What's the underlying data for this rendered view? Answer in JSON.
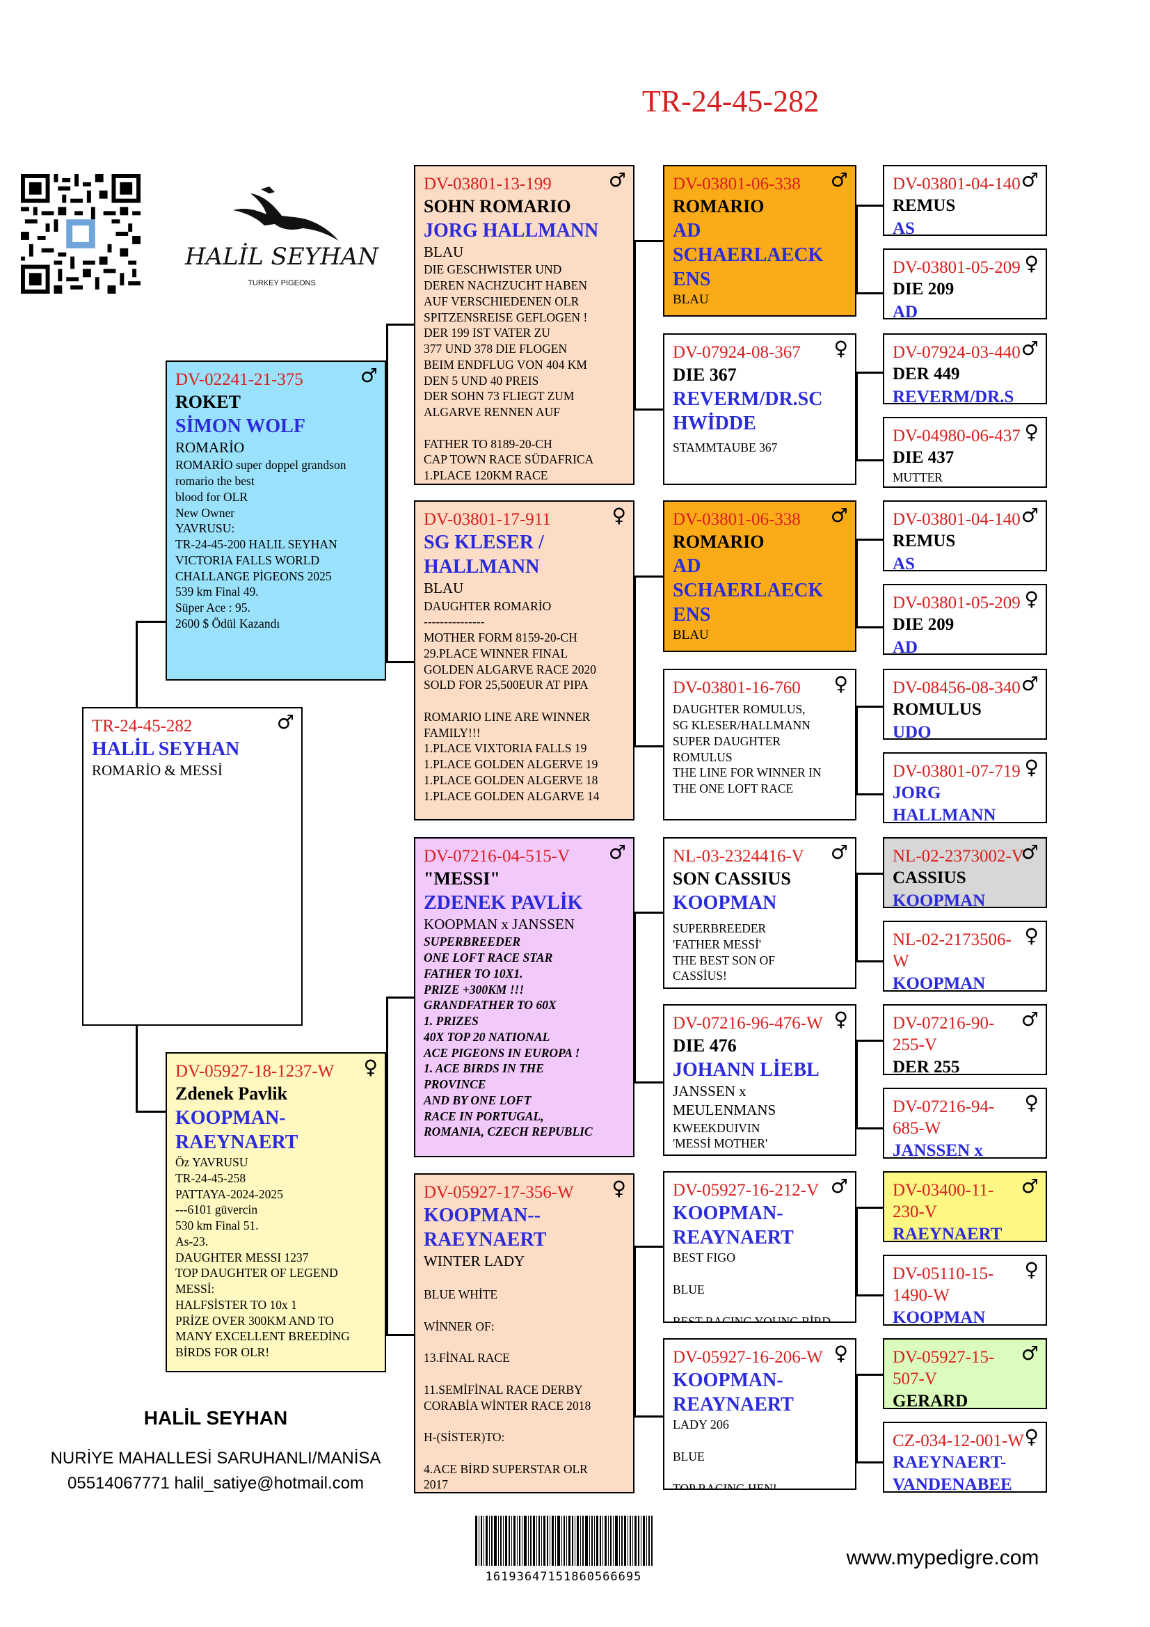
{
  "header": {
    "title": "TR-24-45-282"
  },
  "logo": {
    "brand": "HALİL SEYHAN",
    "tagline": "TURKEY PIGEONS"
  },
  "birds": {
    "main": {
      "ring": "TR-24-45-282",
      "n1": "",
      "n2": "HALİL SEYHAN",
      "col": "ROMARİO & MESSİ",
      "desc": "",
      "sex": "♂"
    },
    "b2": {
      "ring": "DV-02241-21-375",
      "n1": "ROKET",
      "n2": "SİMON WOLF",
      "col": "ROMARİO",
      "desc": "ROMARİO super doppel grandson\nromario the best\nblood for OLR\nNew Owner\nYAVRUSU:\nTR-24-45-200 HALIL SEYHAN\nVICTORIA FALLS WORLD\nCHALLANGE PİGEONS 2025\n539 km  Final 49.\nSüper Ace : 95.\n2600 $ Ödül Kazandı",
      "sex": "♂"
    },
    "b3": {
      "ring": "DV-05927-18-1237-W",
      "n1": "Zdenek Pavlik",
      "n2": "KOOPMAN-\nRAEYNAERT",
      "col": "",
      "desc": "Öz YAVRUSU\nTR-24-45-258\nPATTAYA-2024-2025\n---6101 güvercin\n530 km Final 51.\nAs-23.\nDAUGHTER MESSI 1237\nTOP DAUGHTER OF LEGEND\nMESSİ:\nHALFSİSTER TO 10x 1\nPRİZE OVER 300KM AND TO\nMANY EXCELLENT BREEDİNG\nBİRDS FOR OLR!",
      "sex": "♀"
    },
    "b4": {
      "ring": "DV-03801-13-199",
      "n1": "SOHN ROMARIO",
      "n2": "JORG HALLMANN",
      "col": "BLAU",
      "desc": "DIE GESCHWISTER UND\nDEREN NACHZUCHT HABEN\nAUF VERSCHIEDENEN OLR\nSPITZENSREISE GEFLOGEN !\nDER 199 IST VATER ZU\n377 UND 378 DIE FLOGEN\nBEIM ENDFLUG VON 404 KM\nDEN 5 UND 40 PREIS\nDER SOHN 73 FLIEGT ZUM\nALGARVE RENNEN AUF\n\nFATHER TO 8189-20-CH\nCAP TOWN RACE SÜDAFRICA\n1.PLACE 120KM RACE",
      "sex": "♂"
    },
    "b5": {
      "ring": "DV-03801-17-911",
      "n1": "",
      "n2": "SG KLESER /\nHALLMANN",
      "col": "BLAU",
      "desc": "DAUGHTER ROMARİO\n---------------\nMOTHER FORM 8159-20-CH\n29.PLACE WINNER FINAL\nGOLDEN ALGARVE RACE 2020\nSOLD FOR 25,500EUR AT PIPA\n\nROMARIO LINE ARE WINNER\nFAMILY!!!\n1.PLACE VIXTORIA FALLS 19\n1.PLACE GOLDEN ALGERVE 19\n1.PLACE GOLDEN ALGERVE 18\n1.PLACE GOLDEN ALGARVE 14",
      "sex": "♀"
    },
    "b6": {
      "ring": "DV-07216-04-515-V",
      "n1": "\"MESSI\"",
      "n2": "ZDENEK PAVLİK",
      "col": "KOOPMAN x JANSSEN",
      "desc": "SUPERBREEDER\nONE LOFT RACE STAR\nFATHER TO 10X1.\nPRIZE +300KM !!!\nGRANDFATHER TO 60X\n1. PRIZES\n40X TOP 20 NATIONAL\nACE PIGEONS IN EUROPA !\n1. ACE BIRDS IN THE\nPROVINCE\nAND BY ONE LOFT\nRACE IN PORTUGAL,\nROMANIA, CZECH REPUBLIC",
      "sex": "♂"
    },
    "b7": {
      "ring": "DV-05927-17-356-W",
      "n1": "",
      "n2": "KOOPMAN--\nRAEYNAERT",
      "col": "WINTER LADY",
      "desc": "\nBLUE WHİTE\n\nWİNNER OF:\n\n13.FİNAL RACE\n\n11.SEMİFİNAL RACE DERBY\nCORABİA WİNTER RACE 2018\n\nH-(SİSTER)TO:\n\n4.ACE BİRD SUPERSTAR OLR\n2017",
      "sex": "♀"
    },
    "b8": {
      "ring": "DV-03801-06-338",
      "n1": "ROMARIO",
      "n2": "AD\nSCHAERLAECK\nENS",
      "col": "BLAU",
      "desc": "",
      "sex": "♂"
    },
    "b9": {
      "ring": "DV-07924-08-367",
      "n1": "DIE 367",
      "n2": "REVERM/DR.SC\nHWİDDE",
      "col": "",
      "desc": "STAMMTAUBE 367",
      "sex": "♀"
    },
    "b10": {
      "ring": "DV-03801-06-338",
      "n1": "ROMARIO",
      "n2": "AD\nSCHAERLAECK\nENS",
      "col": "BLAU",
      "desc": "",
      "sex": "♂"
    },
    "b11": {
      "ring": "DV-03801-16-760",
      "n1": "",
      "n2": "",
      "col": "",
      "desc": "DAUGHTER ROMULUS,\nSG KLESER/HALLMANN\nSUPER DAUGHTER\nROMULUS\nTHE LINE FOR WINNER IN\nTHE ONE LOFT RACE",
      "sex": "♀"
    },
    "b12": {
      "ring": "NL-03-2324416-V",
      "n1": "SON CASSIUS",
      "n2": "KOOPMAN",
      "col": "",
      "desc": "SUPERBREEDER\n'FATHER MESSİ'\nTHE BEST SON OF\nCASSİUS!\n(GR)FATHER TO MANY",
      "sex": "♂"
    },
    "b13": {
      "ring": "DV-07216-96-476-W",
      "n1": "DIE 476",
      "n2": "JOHANN LİEBL",
      "col": "JANSSEN x\nMEULENMANS",
      "desc": "KWEEKDUIVIN\n'MESSİ MOTHER'",
      "sex": "♀"
    },
    "b14": {
      "ring": "DV-05927-16-212-V",
      "n1": "",
      "n2": "KOOPMAN-\nREAYNAERT",
      "col": "BEST FIGO",
      "desc": "\nBLUE\n\nBEST RACING YOUNG BİRD",
      "sex": "♂"
    },
    "b15": {
      "ring": "DV-05927-16-206-W",
      "n1": "",
      "n2": "KOOPMAN-\nREAYNAERT",
      "col": "LADY 206",
      "desc": "\nBLUE\n\nTOP RACING HEN!",
      "sex": "♀"
    },
    "b16": {
      "ring": "DV-03801-04-140",
      "n1": "REMUS",
      "n2": "AS",
      "sex": "♂"
    },
    "b17": {
      "ring": "DV-03801-05-209",
      "n1": "DIE 209",
      "n2": "AD",
      "sex": "♀"
    },
    "b18": {
      "ring": "DV-07924-03-440",
      "n1": "DER 449",
      "n2": "REVERM/DR.S",
      "sex": "♂"
    },
    "b19": {
      "ring": "DV-04980-06-437",
      "n1": "DIE 437",
      "n2": "",
      "sub": "MUTTER",
      "sex": "♀"
    },
    "b20": {
      "ring": "DV-03801-04-140",
      "n1": "REMUS",
      "n2": "AS",
      "sex": "♂"
    },
    "b21": {
      "ring": "DV-03801-05-209",
      "n1": "DIE 209",
      "n2": "AD",
      "sex": "♀"
    },
    "b22": {
      "ring": "DV-08456-08-340",
      "n1": "ROMULUS",
      "n2": "UDO",
      "sex": "♂"
    },
    "b23": {
      "ring": "DV-03801-07-719",
      "n1": "",
      "n2": "JORG\nHALLMANN",
      "sex": "♀"
    },
    "b24": {
      "ring": "NL-02-2373002-V",
      "n1": "CASSIUS",
      "n2": "KOOPMAN",
      "sex": "♂"
    },
    "b25": {
      "ring": "NL-02-2173506-\nW",
      "n1": "",
      "n2": "KOOPMAN",
      "sex": "♀"
    },
    "b26": {
      "ring": "DV-07216-90-\n255-V",
      "n1": "DER 255",
      "n2": "",
      "sex": "♂"
    },
    "b27": {
      "ring": "DV-07216-94-\n685-W",
      "n1": "",
      "n2": "JANSSEN x",
      "sex": "♀"
    },
    "b28": {
      "ring": "DV-03400-11-\n230-V",
      "n1": "",
      "n2": "RAEYNAERT",
      "sex": "♂"
    },
    "b29": {
      "ring": "DV-05110-15-\n1490-W",
      "n1": "",
      "n2": "KOOPMAN",
      "sex": "♀"
    },
    "b30": {
      "ring": "DV-05927-15-\n507-V",
      "n1": "GERARD",
      "n2": "",
      "sex": "♂"
    },
    "b31": {
      "ring": "CZ-034-12-001-W",
      "n1": "",
      "n2": "RAEYNAERT-\nVANDENABEE",
      "sex": "♀"
    }
  },
  "footer": {
    "name": "HALİL SEYHAN",
    "address": "NURİYE MAHALLESİ SARUHANLI/MANİSA",
    "contact": "05514067771 halil_satiye@hotmail.com",
    "barcode": "16193647151860566695",
    "website": "www.mypedigre.com"
  },
  "colors": {
    "ring": "#d81e1e",
    "name": "#2b2bdb",
    "sire": "#9ae2fb",
    "dam": "#fff8c0",
    "peach": "#fcdcc4",
    "messi": "#f2c9fb",
    "orange": "#fbab18",
    "grey": "#d7d7d7",
    "yellow": "#fdf784",
    "green": "#dcfcbd"
  },
  "icons": {
    "qr": "qr-code-icon",
    "logo": "eagle-logo-icon"
  }
}
